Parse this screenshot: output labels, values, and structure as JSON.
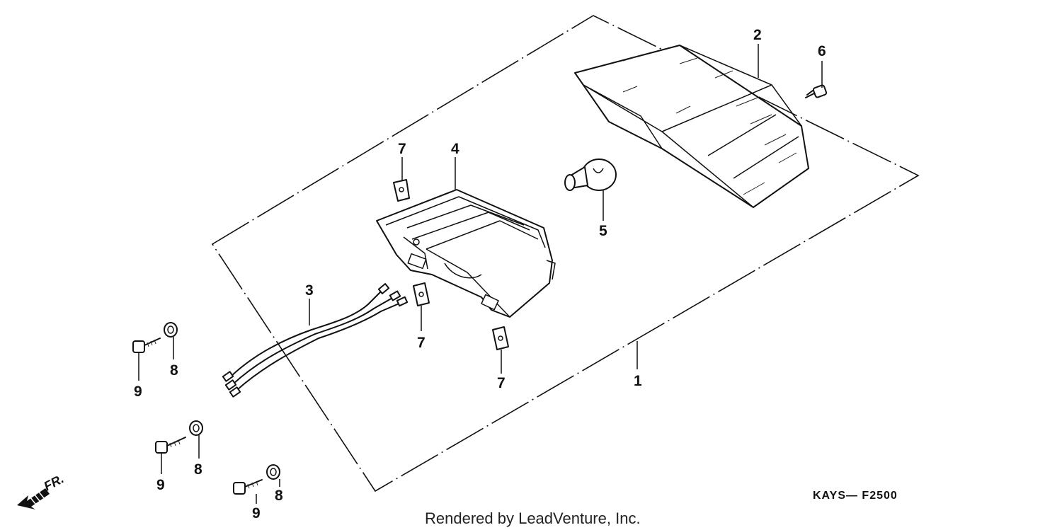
{
  "callouts": {
    "c1": "1",
    "c2": "2",
    "c3": "3",
    "c4": "4",
    "c5": "5",
    "c6": "6",
    "c7a": "7",
    "c7b": "7",
    "c7c": "7",
    "c8a": "8",
    "c8b": "8",
    "c8c": "8",
    "c9a": "9",
    "c9b": "9",
    "c9c": "9"
  },
  "direction_label": "FR.",
  "reference_code": "KAYS— F2500",
  "credit": "Rendered by LeadVenture, Inc."
}
